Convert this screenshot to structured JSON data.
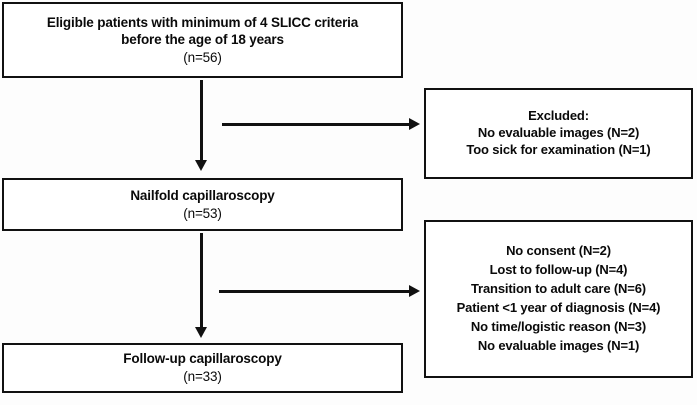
{
  "diagram": {
    "type": "flowchart",
    "title": "Patient inclusion and capillaroscopy follow-up flow",
    "colors": {
      "border": "#111111",
      "background": "#ffffff",
      "text": "#0a0a0a"
    },
    "nodes": {
      "eligible": {
        "name": "eligible-patients-box",
        "lines": [
          "Eligible patients with minimum of 4 SLICC criteria",
          "before the age of 18 years"
        ],
        "count_label": "(n=56)",
        "count": 56
      },
      "nailfold": {
        "name": "nailfold-capillaroscopy-box",
        "lines": [
          "Nailfold capillaroscopy"
        ],
        "count_label": "(n=53)",
        "count": 53
      },
      "followup": {
        "name": "follow-up-capillaroscopy-box",
        "lines": [
          "Follow-up capillaroscopy"
        ],
        "count_label": "(n=33)",
        "count": 33
      },
      "excluded": {
        "name": "excluded-box",
        "heading": "Excluded:",
        "items": [
          "No evaluable images (N=2)",
          "Too sick for examination (N=1)"
        ]
      },
      "reasons": {
        "name": "loss-to-follow-up-reasons-box",
        "items": [
          "No consent (N=2)",
          "Lost to follow-up (N=4)",
          "Transition to adult care (N=6)",
          "Patient <1 year of diagnosis (N=4)",
          "No time/logistic reason (N=3)",
          "No evaluable images (N=1)"
        ]
      }
    },
    "connectors": [
      {
        "name": "arrow-eligible-to-nailfold",
        "direction": "down"
      },
      {
        "name": "arrow-eligible-to-excluded",
        "direction": "right"
      },
      {
        "name": "arrow-nailfold-to-followup",
        "direction": "down"
      },
      {
        "name": "arrow-nailfold-to-reasons",
        "direction": "right"
      }
    ]
  }
}
